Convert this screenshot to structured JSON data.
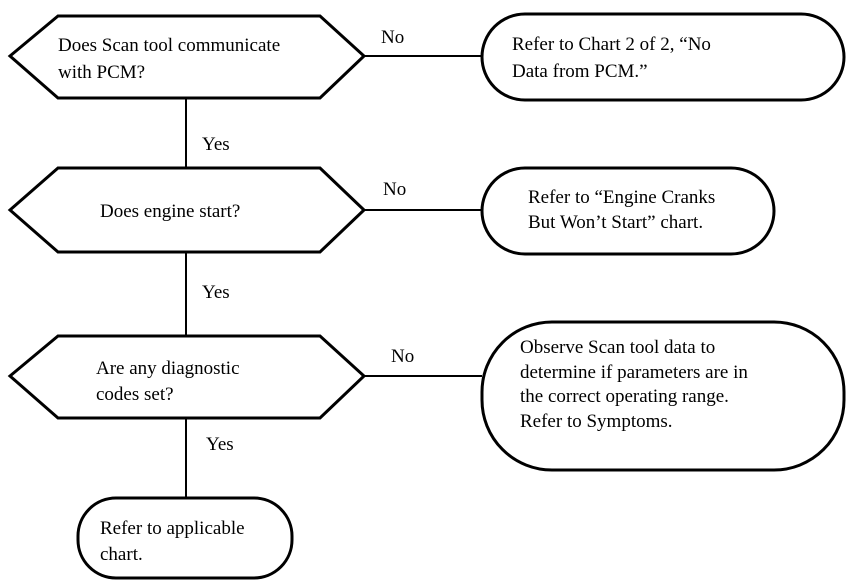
{
  "decisions": [
    {
      "lines": [
        "Does Scan tool communicate",
        "with PCM?"
      ],
      "no_label": "No",
      "yes_label": "Yes",
      "no_result": [
        "Refer to Chart 2 of 2, “No",
        "Data from PCM.”"
      ]
    },
    {
      "lines": [
        "Does engine start?"
      ],
      "no_label": "No",
      "yes_label": "Yes",
      "no_result": [
        "Refer to “Engine Cranks",
        "But Won’t Start” chart."
      ]
    },
    {
      "lines": [
        "Are any diagnostic",
        "codes set?"
      ],
      "no_label": "No",
      "yes_label": "Yes",
      "no_result": [
        "Observe Scan tool data to",
        "determine if parameters are in",
        "the correct operating range.",
        "Refer to Symptoms."
      ]
    }
  ],
  "final": {
    "lines": [
      "Refer to applicable",
      "chart."
    ]
  },
  "colors": {
    "stroke": "#000000",
    "background": "#ffffff"
  }
}
